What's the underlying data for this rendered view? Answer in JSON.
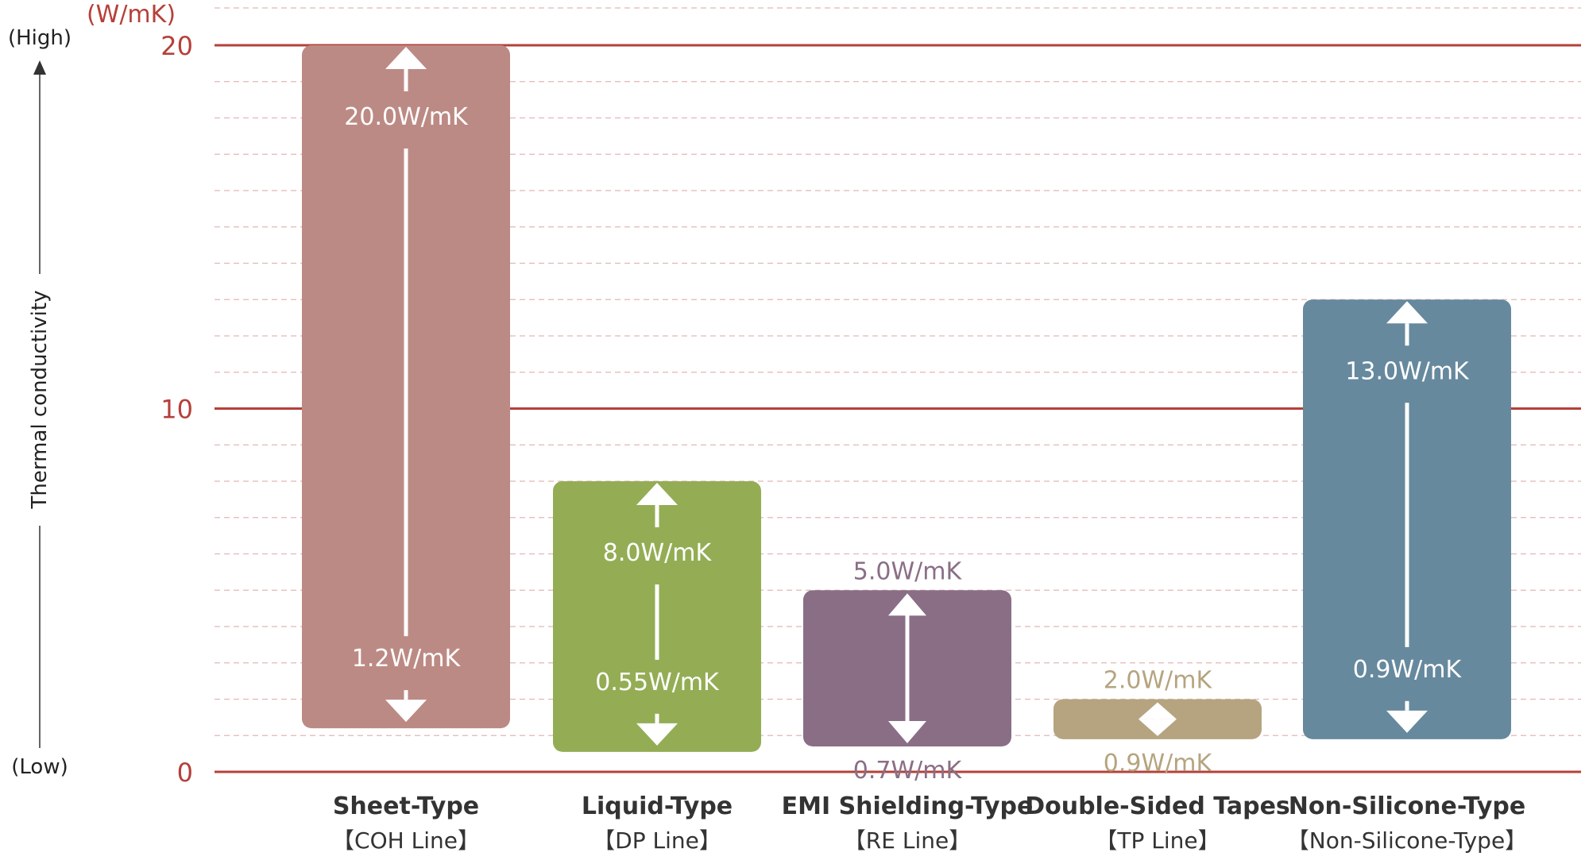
{
  "chart_data": {
    "type": "bar",
    "title": "",
    "unit_label": "(W/mK)",
    "ylabel": "Thermal conductivity",
    "high_label": "(High)",
    "low_label": "(Low)",
    "ylim": [
      0,
      20
    ],
    "yticks": [
      0,
      10,
      20
    ],
    "categories": [
      {
        "name": "Sheet-Type",
        "line": "【COH Line】",
        "min": 1.2,
        "max": 20.0,
        "min_label": "1.2W/mK",
        "max_label": "20.0W/mK",
        "color": "#bc8a84",
        "labels_inside": true
      },
      {
        "name": "Liquid-Type",
        "line": "【DP Line】",
        "min": 0.55,
        "max": 8.0,
        "min_label": "0.55W/mK",
        "max_label": "8.0W/mK",
        "color": "#94ad55",
        "labels_inside": true
      },
      {
        "name": "EMI Shielding-Type",
        "line": "【RE Line】",
        "min": 0.7,
        "max": 5.0,
        "min_label": "0.7W/mK",
        "max_label": "5.0W/mK",
        "color": "#8a6e86",
        "labels_inside": false
      },
      {
        "name": "Double-Sided Tapes",
        "line": "【TP Line】",
        "min": 0.9,
        "max": 2.0,
        "min_label": "0.9W/mK",
        "max_label": "2.0W/mK",
        "color": "#b5a47f",
        "labels_inside": false
      },
      {
        "name": "Non-Silicone-Type",
        "line": "【Non-Silicone-Type】",
        "min": 0.9,
        "max": 13.0,
        "min_label": "0.9W/mK",
        "max_label": "13.0W/mK",
        "color": "#66899e",
        "labels_inside": true
      }
    ],
    "grid": "dashed",
    "axis_color": "#b5403a"
  }
}
